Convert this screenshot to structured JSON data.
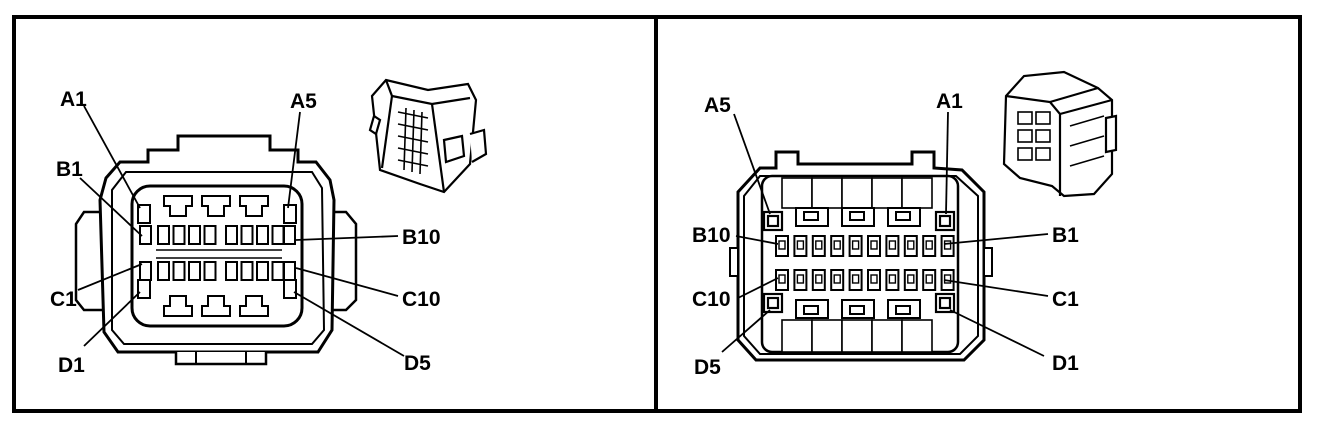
{
  "panels": [
    {
      "name": "face-view-left",
      "labels": {
        "a_first": "A1",
        "a_last": "A5",
        "b_first": "B1",
        "b_last": "B10",
        "c_first": "C1",
        "c_last": "C10",
        "d_first": "D1",
        "d_last": "D5"
      }
    },
    {
      "name": "face-view-right",
      "labels": {
        "a_first": "A1",
        "a_last": "A5",
        "b_first": "B1",
        "b_last": "B10",
        "c_first": "C1",
        "c_last": "C10",
        "d_first": "D1",
        "d_last": "D5"
      }
    }
  ],
  "colors": {
    "line": "#000000",
    "background": "#ffffff"
  }
}
